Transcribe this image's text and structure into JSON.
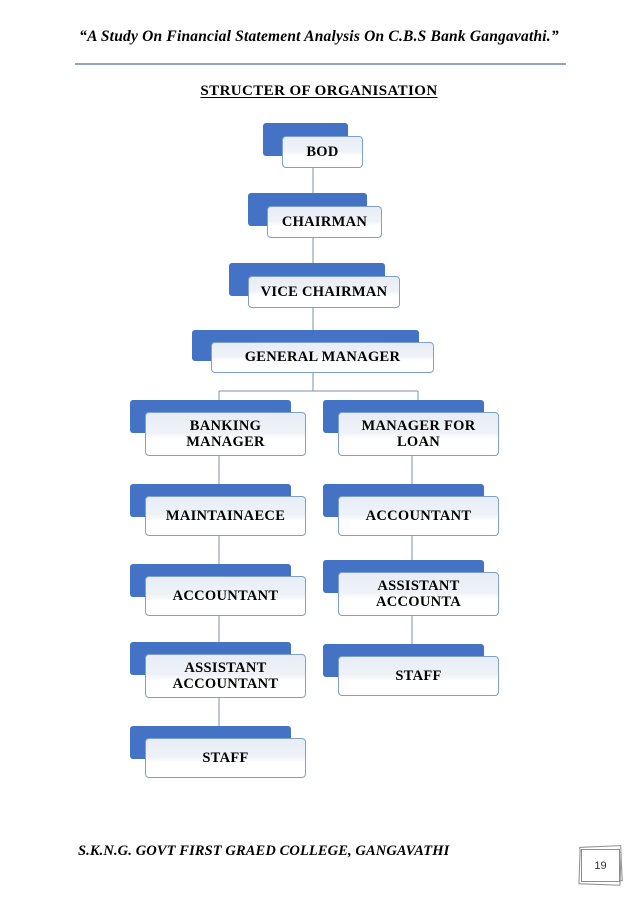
{
  "document": {
    "header_title": "“A Study On Financial Statement Analysis On C.B.S Bank Gangavathi.”",
    "section_heading": "STRUCTER OF ORGANISATION",
    "footer_text": "S.K.N.G. GOVT FIRST GRAED COLLEGE, GANGAVATHI",
    "page_number": "19"
  },
  "colors": {
    "shadow_blue": "#4472c4",
    "box_border": "#7fa0cc",
    "box_fill_top": "#e8edf5",
    "box_fill_bottom": "#ffffff",
    "connector": "#7a90b0",
    "rule": "#8ea5c4",
    "text": "#000000"
  },
  "chart_data": {
    "type": "diagram",
    "title": "STRUCTER OF ORGANISATION",
    "nodes": [
      {
        "id": "bod",
        "label": "BOD",
        "column": "center",
        "level": 0
      },
      {
        "id": "chairman",
        "label": "CHAIRMAN",
        "column": "center",
        "level": 1
      },
      {
        "id": "vice-chairman",
        "label": "VICE CHAIRMAN",
        "column": "center",
        "level": 2
      },
      {
        "id": "general-manager",
        "label": "GENERAL MANAGER",
        "column": "center",
        "level": 3
      },
      {
        "id": "banking-manager",
        "label": "BANKING\nMANAGER",
        "column": "left",
        "level": 4
      },
      {
        "id": "manager-for-loan",
        "label": "MANAGER FOR\nLOAN",
        "column": "right",
        "level": 4
      },
      {
        "id": "maintainaece",
        "label": "MAINTAINAECE",
        "column": "left",
        "level": 5
      },
      {
        "id": "accountant-right",
        "label": "ACCOUNTANT",
        "column": "right",
        "level": 5
      },
      {
        "id": "accountant-left",
        "label": "ACCOUNTANT",
        "column": "left",
        "level": 6
      },
      {
        "id": "assistant-accounta",
        "label": "ASSISTANT\nACCOUNTA",
        "column": "right",
        "level": 6
      },
      {
        "id": "assistant-accountant",
        "label": "ASSISTANT\nACCOUNTANT",
        "column": "left",
        "level": 7
      },
      {
        "id": "staff-right",
        "label": "STAFF",
        "column": "right",
        "level": 7
      },
      {
        "id": "staff-left",
        "label": "STAFF",
        "column": "left",
        "level": 8
      }
    ],
    "edges": [
      {
        "from": "bod",
        "to": "chairman"
      },
      {
        "from": "chairman",
        "to": "vice-chairman"
      },
      {
        "from": "vice-chairman",
        "to": "general-manager"
      },
      {
        "from": "general-manager",
        "to": "banking-manager"
      },
      {
        "from": "general-manager",
        "to": "manager-for-loan"
      },
      {
        "from": "banking-manager",
        "to": "maintainaece"
      },
      {
        "from": "manager-for-loan",
        "to": "accountant-right"
      },
      {
        "from": "maintainaece",
        "to": "accountant-left"
      },
      {
        "from": "accountant-right",
        "to": "assistant-accounta"
      },
      {
        "from": "accountant-left",
        "to": "assistant-accountant"
      },
      {
        "from": "assistant-accounta",
        "to": "staff-right"
      },
      {
        "from": "assistant-accountant",
        "to": "staff-left"
      }
    ]
  }
}
